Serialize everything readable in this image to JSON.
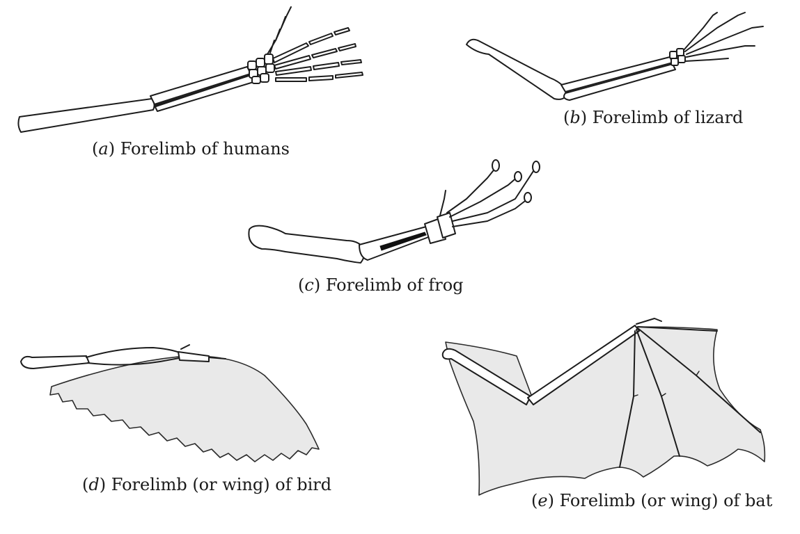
{
  "captions": {
    "a": {
      "letter": "a",
      "text": "Forelimb of humans"
    },
    "b": {
      "letter": "b",
      "text": "Forelimb of lizard"
    },
    "c": {
      "letter": "c",
      "text": "Forelimb of frog"
    },
    "d": {
      "letter": "d",
      "text": "Forelimb (or wing) of bird"
    },
    "e": {
      "letter": "e",
      "text": "Forelimb (or wing) of bat"
    }
  },
  "colors": {
    "line": "#1c1c1c",
    "membrane": "#e9e9e9",
    "background": "#ffffff"
  }
}
